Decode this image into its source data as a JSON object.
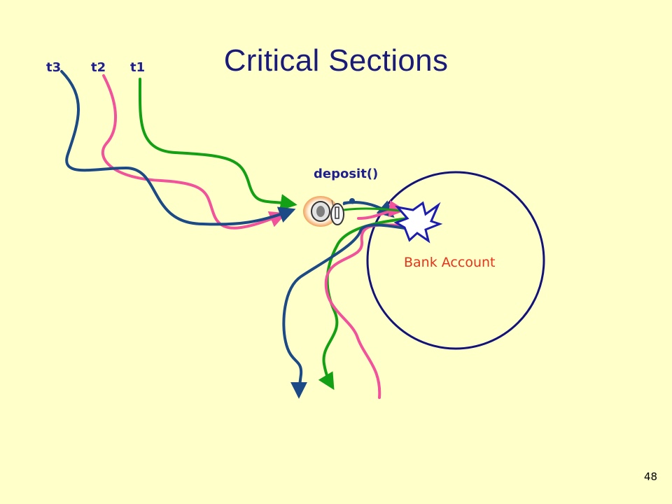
{
  "slide": {
    "title": "Critical Sections",
    "page_number": "48"
  },
  "threads": [
    {
      "label": "t3",
      "color": "#1B4A86"
    },
    {
      "label": "t2",
      "color": "#F2529B"
    },
    {
      "label": "t1",
      "color": "#14A014"
    }
  ],
  "method_label": "deposit()",
  "account_label": "Bank Account",
  "colors": {
    "background": "#FFFFC9",
    "title": "#1A1A7A",
    "account_circle": "#12127A",
    "account_text": "#E8331C",
    "collision": "#1C1CB0"
  },
  "icons": [
    "lock-icon",
    "key-icon",
    "collision-burst-icon"
  ]
}
